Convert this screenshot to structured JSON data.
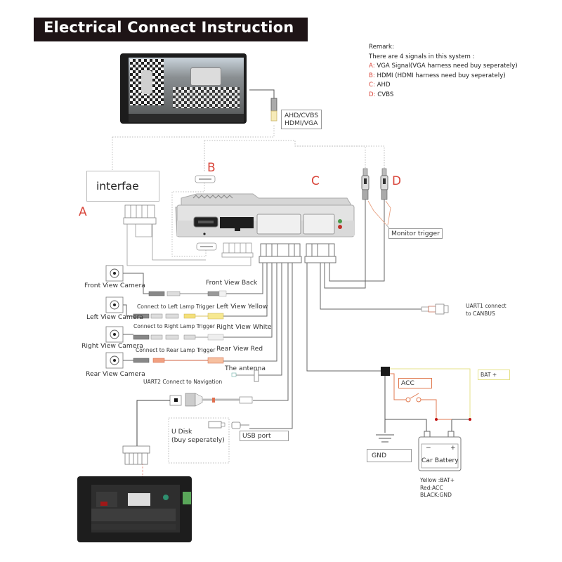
{
  "title": "Electrical Connect Instruction",
  "remark": {
    "heading": "Remark:",
    "intro": "There are 4 signals in this system :",
    "signals": [
      {
        "letter": "A:",
        "text": " VGA Signal(VGA harness need buy seperately)"
      },
      {
        "letter": "B:",
        "text": " HDMI (HDMI harness need buy seperately)"
      },
      {
        "letter": "C:",
        "text": " AHD"
      },
      {
        "letter": "D:",
        "text": " CVBS"
      }
    ]
  },
  "monitor_input_label": [
    "AHD/CVBS",
    "HDMI/VGA"
  ],
  "interface_box": "interfae",
  "signal_letters": {
    "a": "A",
    "b": "B",
    "c": "C",
    "d": "D"
  },
  "monitor_trigger": "Monitor trigger",
  "cameras": [
    {
      "name": "Front View Camera",
      "trigger": "",
      "plug": "Front View Back"
    },
    {
      "name": "Left View Camera",
      "trigger": "Connect to Left Lamp Trigger",
      "plug": "Left View Yellow"
    },
    {
      "name": "Right View Camera",
      "trigger": "Connect to Right Lamp Trigger",
      "plug": "Right View White"
    },
    {
      "name": "Rear View Camera",
      "trigger": "Connect to Rear Lamp Trigger",
      "plug": "Rear View Red"
    }
  ],
  "antenna": "The antenna",
  "uart1": [
    "UART1 connect",
    "to CANBUS"
  ],
  "uart2": "UART2 Connect to Navigation",
  "udisk": [
    "U Disk",
    "(buy seperately)"
  ],
  "usb_port": "USB port",
  "power": {
    "acc": "ACC",
    "bat": "BAT +",
    "gnd": "GND",
    "battery": "Car Battery",
    "minus": "−",
    "plus": "+",
    "legend": [
      "Yellow :BAT+",
      "Red:ACC",
      "BLACK:GND"
    ]
  },
  "colors": {
    "title_bg": "#1e1416",
    "accent_red": "#d9453a",
    "wire_yellow": "#e8e07a",
    "wire_red": "#e07a50",
    "wire": "#666666"
  }
}
